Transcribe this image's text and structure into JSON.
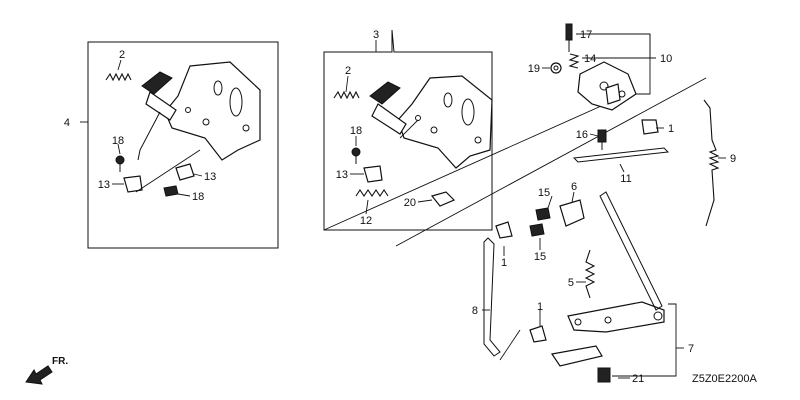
{
  "diagram": {
    "code": "Z5Z0E2200A",
    "front_indicator": "FR.",
    "labels": {
      "n1a": "1",
      "n1b": "1",
      "n1c": "1",
      "n2a": "2",
      "n2b": "2",
      "n3": "3",
      "n4": "4",
      "n5": "5",
      "n6": "6",
      "n7": "7",
      "n8": "8",
      "n9": "9",
      "n10": "10",
      "n11": "11",
      "n12": "12",
      "n13a": "13",
      "n13b": "13",
      "n13c": "13",
      "n14": "14",
      "n15a": "15",
      "n15b": "15",
      "n16": "16",
      "n17": "17",
      "n18a": "18",
      "n18b": "18",
      "n18c": "18",
      "n19": "19",
      "n20": "20",
      "n21": "21"
    }
  }
}
